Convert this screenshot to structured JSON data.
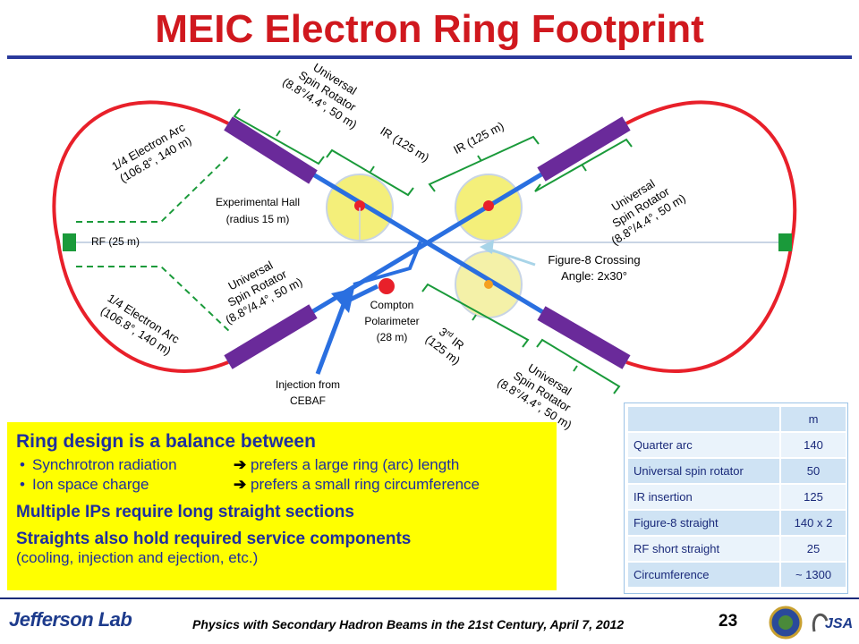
{
  "title": "MEIC Electron Ring Footprint",
  "labels": {
    "usr_top_left": [
      "Universal",
      "Spin Rotator",
      "(8.8°/4.4°, 50 m)"
    ],
    "ir_left": "IR (125 m)",
    "ir_right": "IR (125 m)",
    "arc_top_left": [
      "1/4 Electron Arc",
      "(106.8°, 140 m)"
    ],
    "usr_top_right": [
      "Universal",
      "Spin Rotator",
      "(8.8°/4.4°, 50 m)"
    ],
    "exp_hall": [
      "Experimental Hall",
      "(radius 15 m)"
    ],
    "rf": "RF (25 m)",
    "crossing": [
      "Figure-8 Crossing",
      "Angle: 2x30°"
    ],
    "usr_bottom_left": [
      "Universal",
      "Spin Rotator",
      "(8.8°/4.4°, 50 m)"
    ],
    "arc_bottom_left": [
      "1/4 Electron Arc",
      "(106.8°, 140 m)"
    ],
    "compton": [
      "Compton",
      "Polarimeter",
      "(28 m)"
    ],
    "third_ir": [
      "3",
      "rd",
      " IR",
      "(125 m)"
    ],
    "usr_bottom_right": [
      "Universal",
      "Spin Rotator",
      "(8.8°/4.4°, 50 m)"
    ],
    "injection": [
      "Injection from",
      "CEBAF"
    ]
  },
  "box": {
    "heading": "Ring design is a balance between",
    "bullets": [
      {
        "label": "Synchrotron radiation",
        "text": "prefers a large ring (arc) length"
      },
      {
        "label": "Ion space charge",
        "text": "prefers a small ring circumference"
      }
    ],
    "line2": "Multiple IPs require long straight sections",
    "line3": "Straights also hold required service components",
    "line4": "(cooling, injection and ejection, etc.)"
  },
  "table": {
    "header": [
      "",
      "m"
    ],
    "rows": [
      [
        "Quarter arc",
        "140"
      ],
      [
        "Universal spin rotator",
        "50"
      ],
      [
        "IR insertion",
        "125"
      ],
      [
        "Figure-8 straight",
        "140 x 2"
      ],
      [
        "RF short straight",
        "25"
      ],
      [
        "Circumference",
        "~ 1300"
      ]
    ]
  },
  "footer": {
    "logo": "Jefferson Lab",
    "text": "Physics with Secondary Hadron Beams in the 21st Century, April 7, 2012",
    "page": "23"
  },
  "colors": {
    "ring": "#e8202a",
    "straight": "#2a6fe0",
    "rotator": "#6a2a9a",
    "hall": "#f4ef7a",
    "green": "#1a9a3a",
    "title": "#d0181e"
  }
}
